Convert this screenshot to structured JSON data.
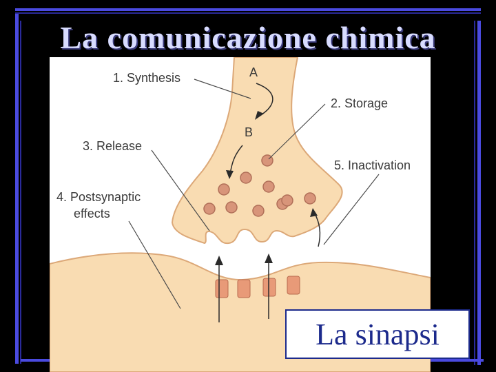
{
  "title": "La comunicazione chimica",
  "caption": "La sinapsi",
  "colors": {
    "background": "#000000",
    "frame_blue": "#4a4adf",
    "title_text": "#d8dcff",
    "cell_fill": "#f9dcb2",
    "cell_outline": "#dca878",
    "vesicle_fill": "#d8957a",
    "receptor_fill": "#e89a78",
    "caption_text": "#1c2a8c"
  },
  "diagram": {
    "labels": {
      "synthesis": "1. Synthesis",
      "storage": "2. Storage",
      "release": "3. Release",
      "postsynaptic_line1": "4. Postsynaptic",
      "postsynaptic_line2": "effects",
      "inactivation": "5. Inactivation"
    },
    "points": {
      "a": "A",
      "b": "B"
    }
  }
}
